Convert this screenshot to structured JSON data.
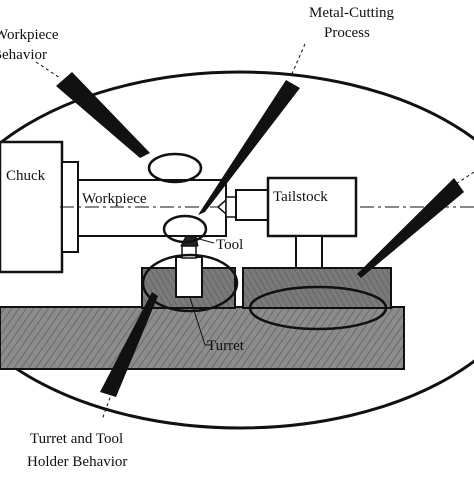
{
  "labels": {
    "workpiece_behavior_line1": "Workpiece",
    "workpiece_behavior_line2": "Behavior",
    "metal_cutting_line1": "Metal-Cutting",
    "metal_cutting_line2": "Process",
    "chuck": "Chuck",
    "workpiece": "Workpiece",
    "tailstock": "Tailstock",
    "tool": "Tool",
    "turret": "Turret",
    "turret_holder_line1": "Turret and Tool",
    "turret_holder_line2": "Holder Behavior"
  },
  "colors": {
    "ink": "#111111",
    "bed": "#8c8c8c",
    "base_block": "#7a7a7a",
    "paper": "#ffffff"
  }
}
